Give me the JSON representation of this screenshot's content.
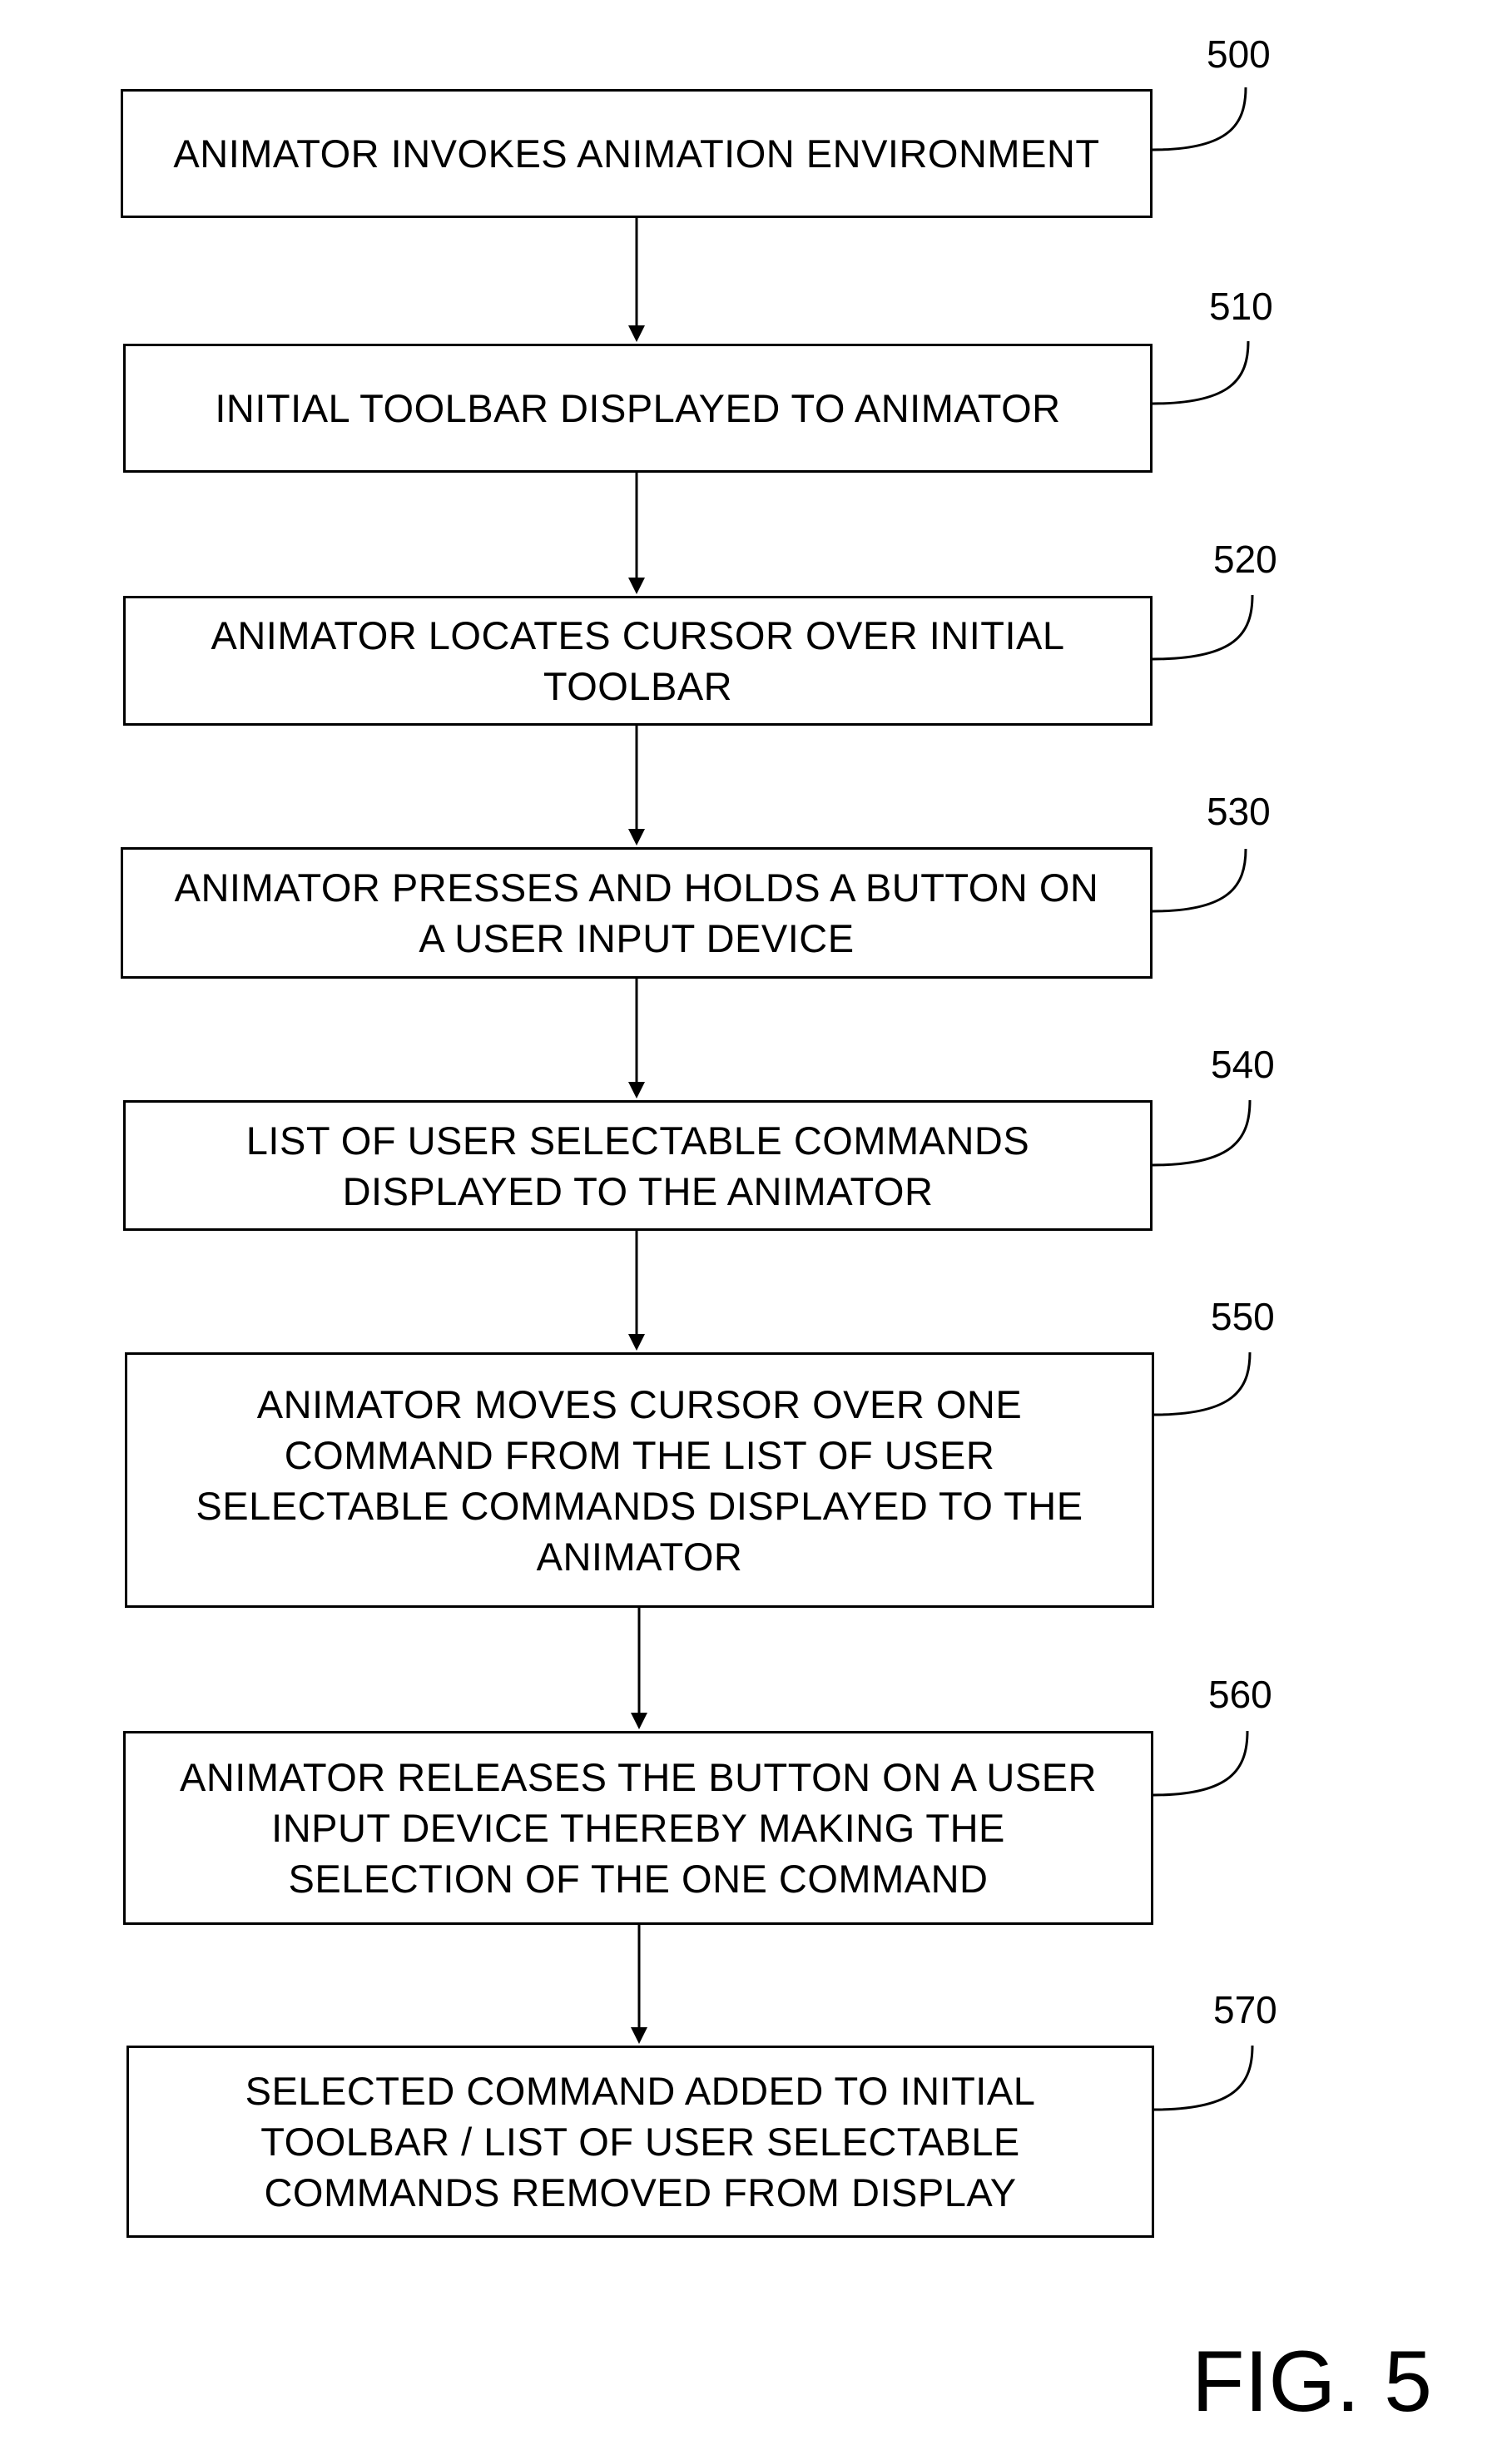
{
  "figure": {
    "label": "FIG. 5"
  },
  "steps": [
    {
      "ref": "500",
      "text": "ANIMATOR INVOKES ANIMATION ENVIRONMENT"
    },
    {
      "ref": "510",
      "text": "INITIAL TOOLBAR DISPLAYED TO ANIMATOR"
    },
    {
      "ref": "520",
      "text": "ANIMATOR LOCATES CURSOR OVER INITIAL\nTOOLBAR"
    },
    {
      "ref": "530",
      "text": "ANIMATOR PRESSES AND HOLDS A BUTTON ON\nA USER INPUT DEVICE"
    },
    {
      "ref": "540",
      "text": "LIST OF USER SELECTABLE COMMANDS\nDISPLAYED TO THE ANIMATOR"
    },
    {
      "ref": "550",
      "text": "ANIMATOR MOVES CURSOR OVER ONE\nCOMMAND FROM THE LIST OF USER\nSELECTABLE COMMANDS DISPLAYED TO THE\nANIMATOR"
    },
    {
      "ref": "560",
      "text": "ANIMATOR RELEASES THE  BUTTON ON A USER\nINPUT DEVICE THEREBY MAKING THE\nSELECTION OF THE ONE COMMAND"
    },
    {
      "ref": "570",
      "text": "SELECTED COMMAND ADDED TO INITIAL\nTOOLBAR / LIST OF USER SELECTABLE\nCOMMANDS REMOVED FROM DISPLAY"
    }
  ]
}
